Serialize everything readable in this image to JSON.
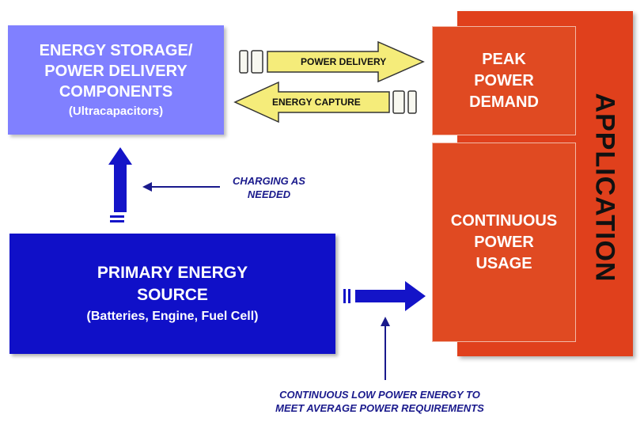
{
  "storage": {
    "title_lines": [
      "ENERGY STORAGE/",
      "POWER DELIVERY",
      "COMPONENTS"
    ],
    "subtitle": "(Ultracapacitors)"
  },
  "primary": {
    "title_lines": [
      "PRIMARY ENERGY",
      "SOURCE"
    ],
    "subtitle": "(Batteries, Engine, Fuel Cell)"
  },
  "application": {
    "label": "APPLICATION",
    "peak_lines": [
      "PEAK",
      "POWER",
      "DEMAND"
    ],
    "continuous_lines": [
      "CONTINUOUS",
      "POWER",
      "USAGE"
    ]
  },
  "arrows": {
    "power_delivery": "POWER DELIVERY",
    "energy_capture": "ENERGY CAPTURE"
  },
  "notes": {
    "charging_lines": [
      "CHARGING AS",
      "NEEDED"
    ],
    "continuous_low_lines": [
      "CONTINUOUS LOW POWER ENERGY TO",
      "MEET AVERAGE POWER REQUIREMENTS"
    ]
  },
  "colors": {
    "storage_fill": "#8080ff",
    "primary_fill": "#1010c8",
    "application_fill": "#e0401c",
    "arrow_yellow": "#f5ec7a",
    "arrow_blue": "#1414c8"
  }
}
